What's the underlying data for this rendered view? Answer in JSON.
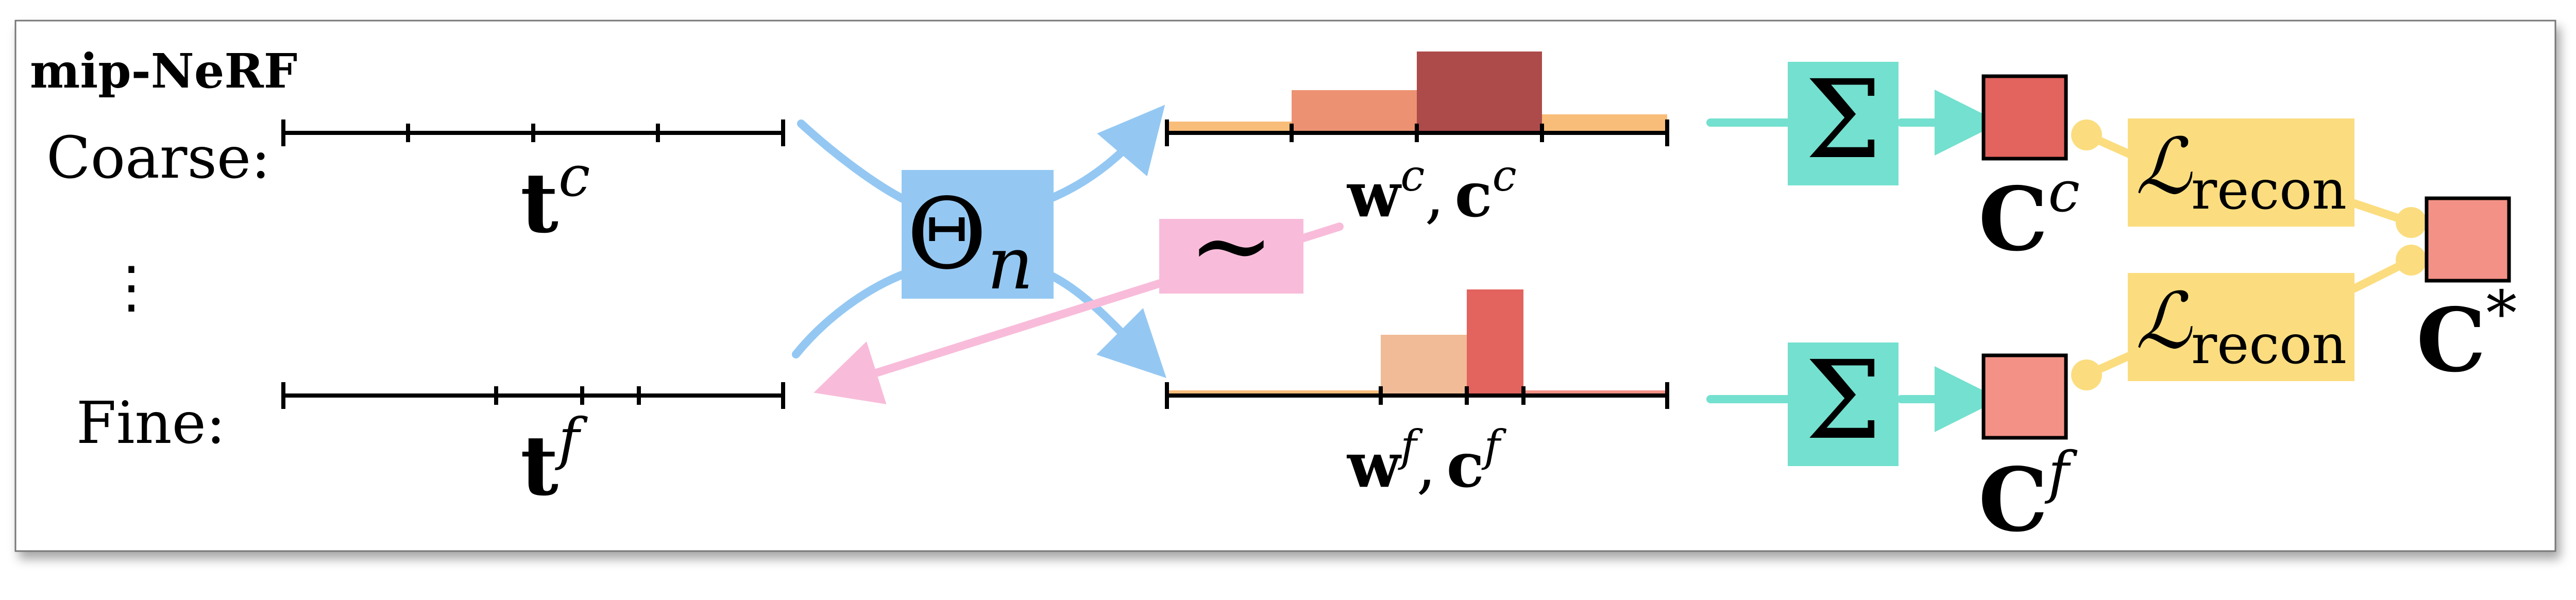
{
  "title": "mip-NeRF",
  "rows": {
    "coarse_label": "Coarse:",
    "dots": "⋮",
    "fine_label": "Fine:"
  },
  "symbols": {
    "t_coarse": {
      "base": "t",
      "sup": "c"
    },
    "t_fine": {
      "base": "t",
      "sup": "f"
    },
    "theta": {
      "base": "Θ",
      "sub": "n"
    },
    "resample": "∼",
    "w_coarse": {
      "w": "w",
      "w_sup": "c",
      "comma": ",",
      "c": "c",
      "c_sup": "c"
    },
    "w_fine": {
      "w": "w",
      "w_sup": "f",
      "comma": ",",
      "c": "c",
      "c_sup": "f"
    },
    "sum_coarse": "Σ",
    "sum_fine": "Σ",
    "C_coarse": {
      "base": "C",
      "sup": "c"
    },
    "C_fine": {
      "base": "C",
      "sup": "f"
    },
    "loss_coarse": {
      "base": "ℒ",
      "sub": "recon"
    },
    "loss_fine": {
      "base": "ℒ",
      "sub": "recon"
    },
    "C_star": {
      "base": "C",
      "sup": "*"
    }
  },
  "colors": {
    "mlp": "#94c8f3",
    "resample": "#f8bcda",
    "sum": "#74e0cf",
    "loss": "#fbdd7f",
    "color_coarse": "#e3635e",
    "color_fine": "#f39186",
    "color_star": "#f39186",
    "hist_low": "#f9bd7a",
    "hist_mid": "#ec9272",
    "hist_high": "#ad4b4b",
    "hist_fine_mid": "#f0bb96",
    "hist_fine_high": "#e3635e"
  }
}
